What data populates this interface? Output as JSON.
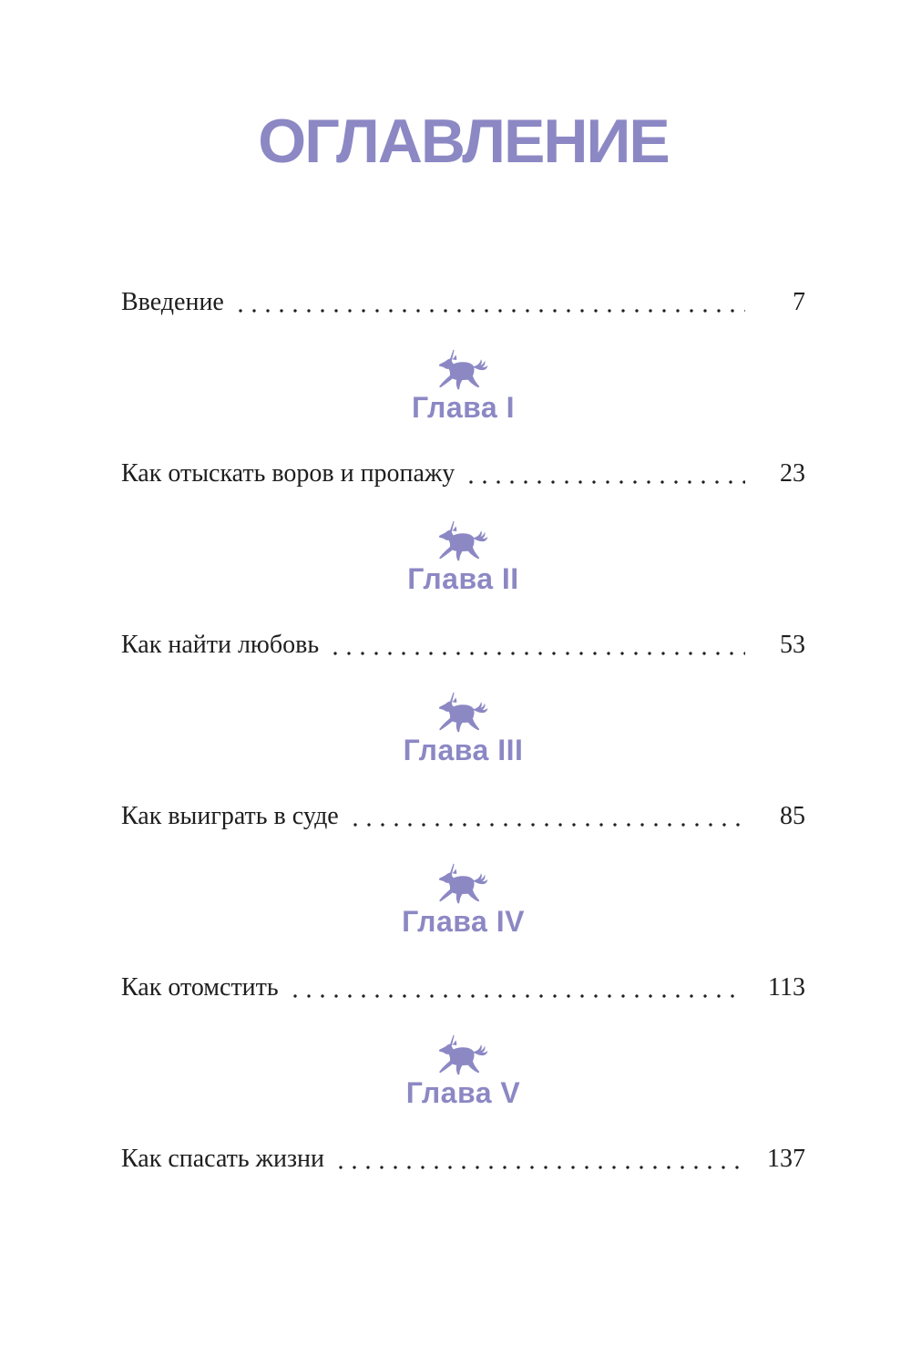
{
  "page": {
    "title": "ОГЛАВЛЕНИЕ",
    "accent_color": "#8c88c4",
    "text_color": "#1e1e1e",
    "background_color": "#ffffff"
  },
  "icons": {
    "chapter_icon": "unicorn-icon"
  },
  "toc": {
    "intro": {
      "title": "Введение",
      "page": "7"
    },
    "chapters": [
      {
        "label": "Глава I",
        "entry_title": "Как отыскать воров и пропажу",
        "entry_page": "23"
      },
      {
        "label": "Глава II",
        "entry_title": "Как найти любовь",
        "entry_page": "53"
      },
      {
        "label": "Глава III",
        "entry_title": "Как выиграть в суде",
        "entry_page": "85"
      },
      {
        "label": "Глава IV",
        "entry_title": "Как отомстить",
        "entry_page": "113"
      },
      {
        "label": "Глава V",
        "entry_title": "Как спасать жизни",
        "entry_page": "137"
      }
    ]
  }
}
